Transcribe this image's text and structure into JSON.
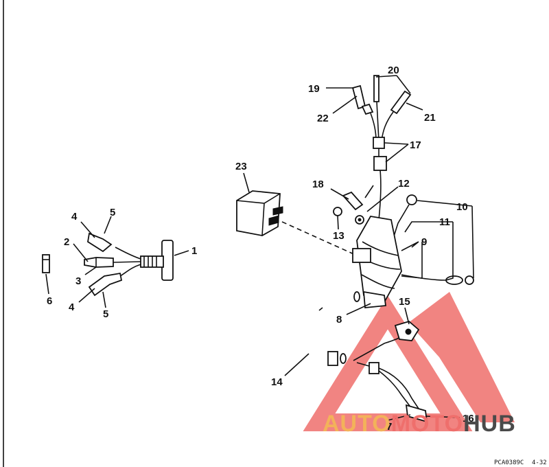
{
  "callouts": {
    "c1": "1",
    "c2": "2",
    "c3": "3",
    "c4a": "4",
    "c4b": "4",
    "c5a": "5",
    "c5b": "5",
    "c6": "6",
    "c7": "7",
    "c8": "8",
    "c9": "9",
    "c10": "10",
    "c11": "11",
    "c12": "12",
    "c13": "13",
    "c14": "14",
    "c15": "15",
    "c16": "16",
    "c17": "17",
    "c18": "18",
    "c19": "19",
    "c20": "20",
    "c21": "21",
    "c22": "22",
    "c23": "23"
  },
  "reference_code": "PCA0389C",
  "page_number": "4-32",
  "watermark": {
    "part1": "AUTO",
    "part2": "MOTO",
    "part3": "HUB",
    "color_orange": "#f3b25a",
    "color_red": "#ef6f6c",
    "color_dark": "#4a4a4a"
  }
}
